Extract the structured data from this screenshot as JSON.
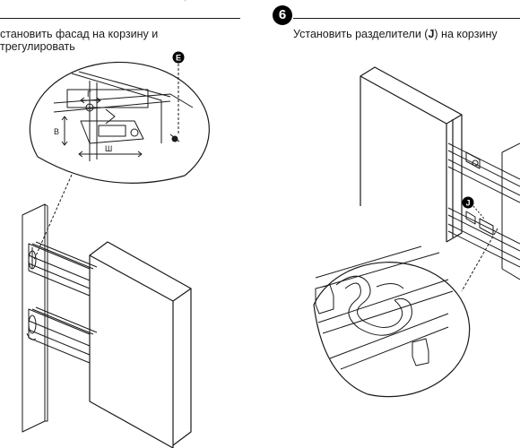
{
  "left_panel": {
    "instruction_line1": "становить фасад на корзину и",
    "instruction_line2": "трегулировать",
    "callout_label": "E",
    "dim_labels": {
      "g": "Г",
      "v": "В",
      "sh": "Ш"
    }
  },
  "right_panel": {
    "step_number": "6",
    "instruction_prefix": "Установить разделители (",
    "instruction_bold": "J",
    "instruction_suffix": ") на корзину",
    "callout_label": "J"
  },
  "colors": {
    "line": "#1a1a1a",
    "badge": "#000000",
    "background": "#ffffff"
  }
}
